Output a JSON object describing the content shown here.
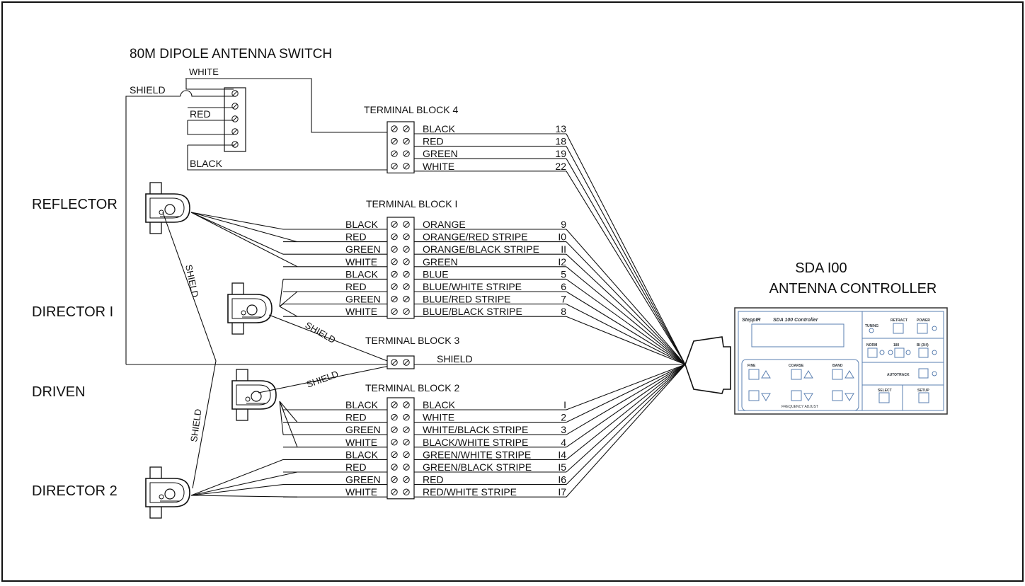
{
  "antenna_switch": {
    "title": "80M DIPOLE ANTENNA SWITCH",
    "wire_white": "WHITE",
    "wire_shield": "SHIELD",
    "wire_red": "RED",
    "wire_black": "BLACK"
  },
  "elements": {
    "reflector": "REFLECTOR",
    "director1": "DIRECTOR I",
    "driven": "DRIVEN",
    "director2": "DIRECTOR 2"
  },
  "shield_labels": {
    "upper": "SHIELD",
    "director1": "SHIELD",
    "driven": "SHIELD",
    "lower": "SHIELD"
  },
  "terminal_blocks": {
    "tb4": {
      "title": "TERMINAL BLOCK 4",
      "rows": [
        {
          "right": "BLACK",
          "num": "13"
        },
        {
          "right": "RED",
          "num": "18"
        },
        {
          "right": "GREEN",
          "num": "19"
        },
        {
          "right": "WHITE",
          "num": "22"
        }
      ]
    },
    "tb1": {
      "title": "TERMINAL BLOCK I",
      "rows": [
        {
          "left": "BLACK",
          "right": "ORANGE",
          "num": "9"
        },
        {
          "left": "RED",
          "right": "ORANGE/RED STRIPE",
          "num": "I0"
        },
        {
          "left": "GREEN",
          "right": "ORANGE/BLACK STRIPE",
          "num": "II"
        },
        {
          "left": "WHITE",
          "right": "GREEN",
          "num": "I2"
        },
        {
          "left": "BLACK",
          "right": "BLUE",
          "num": "5"
        },
        {
          "left": "RED",
          "right": "BLUE/WHITE STRIPE",
          "num": "6"
        },
        {
          "left": "GREEN",
          "right": "BLUE/RED STRIPE",
          "num": "7"
        },
        {
          "left": "WHITE",
          "right": "BLUE/BLACK STRIPE",
          "num": "8"
        }
      ]
    },
    "tb3": {
      "title": "TERMINAL BLOCK 3",
      "right": "SHIELD"
    },
    "tb2": {
      "title": "TERMINAL BLOCK 2",
      "rows": [
        {
          "left": "BLACK",
          "right": "BLACK",
          "num": "I"
        },
        {
          "left": "RED",
          "right": "WHITE",
          "num": "2"
        },
        {
          "left": "GREEN",
          "right": "WHITE/BLACK STRIPE",
          "num": "3"
        },
        {
          "left": "WHITE",
          "right": "BLACK/WHITE STRIPE",
          "num": "4"
        },
        {
          "left": "BLACK",
          "right": "GREEN/WHITE STRIPE",
          "num": "I4"
        },
        {
          "left": "RED",
          "right": "GREEN/BLACK STRIPE",
          "num": "I5"
        },
        {
          "left": "GREEN",
          "right": "RED",
          "num": "I6"
        },
        {
          "left": "WHITE",
          "right": "RED/WHITE STRIPE",
          "num": "I7"
        }
      ]
    }
  },
  "controller": {
    "title_line1": "SDA I00",
    "title_line2": "ANTENNA CONTROLLER",
    "brand": "SteppIR",
    "model": "SDA 100 Controller",
    "buttons": {
      "tuning": "TUNING",
      "retract": "RETRACT",
      "power": "POWER",
      "norm": "NORM",
      "deg180": "180",
      "bi": "BI (3/4)",
      "autotrack": "AUTOTRACK",
      "select": "SELECT",
      "setup": "SETUP",
      "fine": "FINE",
      "coarse": "COARSE",
      "band": "BAND"
    },
    "frequency_adjust": "FREQUENCY ADJUST"
  },
  "colors": {
    "line": "#111111",
    "panel_outline": "#5a7fb0",
    "panel_text": "#33393f"
  }
}
